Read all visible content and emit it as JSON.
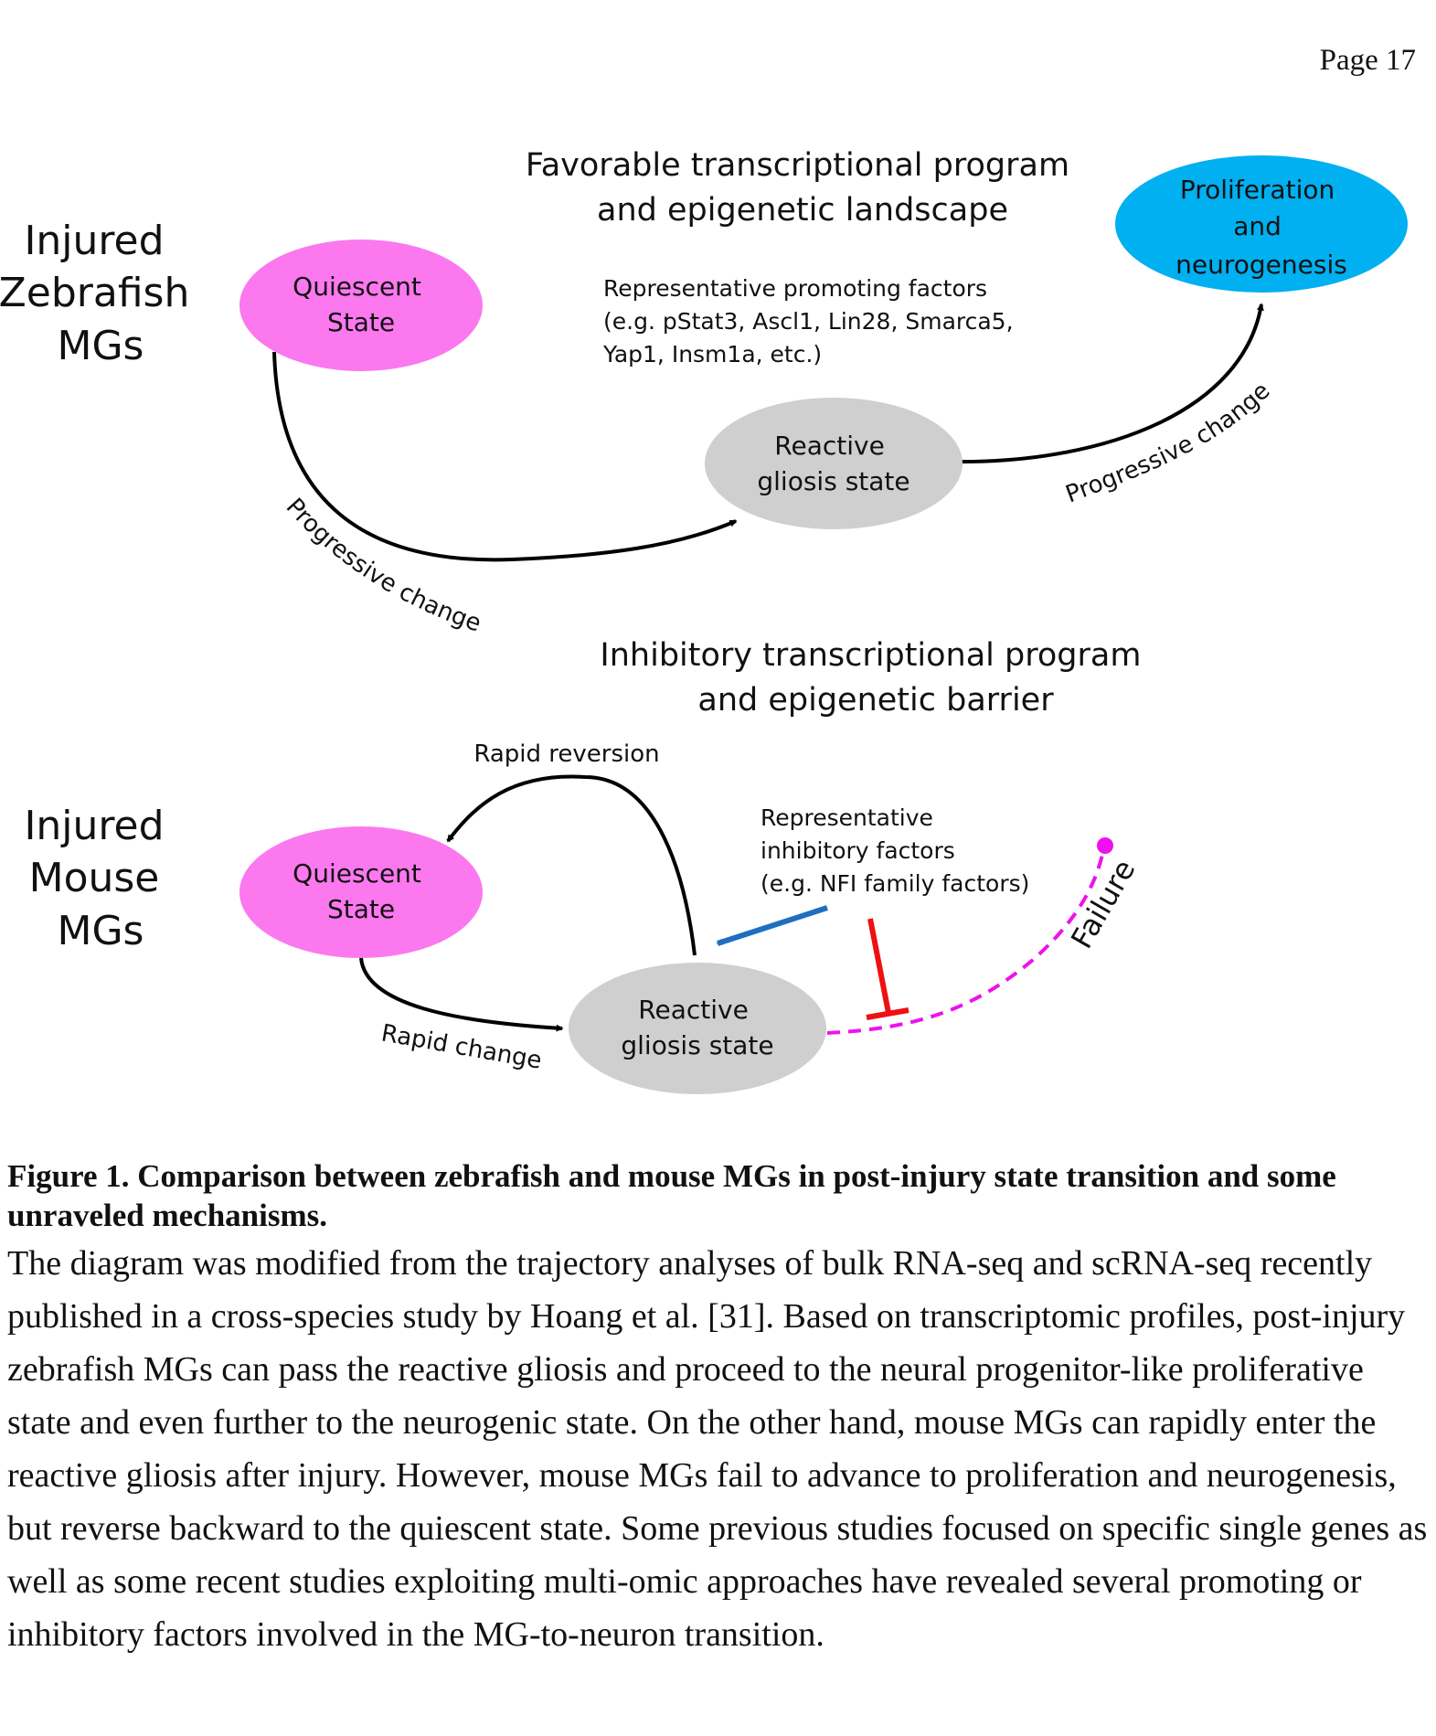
{
  "page_number": "Page 17",
  "figure": {
    "zebrafish": {
      "row_label": [
        "Injured",
        "Zebrafish",
        "MGs"
      ],
      "header": [
        "Favorable transcriptional program",
        "and epigenetic landscape"
      ],
      "quiescent_state": [
        "Quiescent",
        "State"
      ],
      "reactive_state": [
        "Reactive",
        "gliosis state"
      ],
      "proliferation": [
        "Proliferation",
        "and",
        "neurogenesis"
      ],
      "promoting_factors": [
        "Representative promoting factors",
        "(e.g. pStat3, Ascl1, Lin28, Smarca5,",
        "Yap1, Insm1a, etc.)"
      ],
      "arrow_label_1": "Progressive change",
      "arrow_label_2": "Progressive change"
    },
    "mouse": {
      "row_label": [
        "Injured",
        "Mouse",
        "MGs"
      ],
      "header": [
        "Inhibitory transcriptional program",
        "and epigenetic barrier"
      ],
      "quiescent_state": [
        "Quiescent",
        "State"
      ],
      "reactive_state": [
        "Reactive",
        "gliosis state"
      ],
      "rapid_reversion": "Rapid reversion",
      "rapid_change": "Rapid change",
      "inhibitory_factors": [
        "Representative",
        "inhibitory factors",
        "(e.g. NFI family factors)"
      ],
      "failure": "Failure"
    },
    "colors": {
      "quiescent": "#fb78ef",
      "reactive": "#cfcfcf",
      "proliferation": "#00b0f0",
      "inhibitor_arrow": "#1f6fc0",
      "block": "#ee1111",
      "failure": "#ee11ee"
    }
  },
  "caption": {
    "title": "Figure 1. Comparison between zebrafish and mouse MGs in post-injury state transition and some unraveled mechanisms.",
    "body": "The diagram was modified from the trajectory analyses of bulk RNA-seq and scRNA-seq recently published in a cross-species study by Hoang et al. [31]. Based on transcriptomic profiles, post-injury zebrafish MGs can pass the reactive gliosis and proceed to the neural progenitor-like proliferative state and even further to the neurogenic state. On the other hand, mouse MGs can rapidly enter the reactive gliosis after injury. However, mouse MGs fail to advance to proliferation and neurogenesis, but reverse backward to the quiescent state. Some previous studies focused on specific single genes as well as some recent studies exploiting multi-omic approaches have revealed several promoting or inhibitory factors involved in the MG-to-neuron transition."
  }
}
